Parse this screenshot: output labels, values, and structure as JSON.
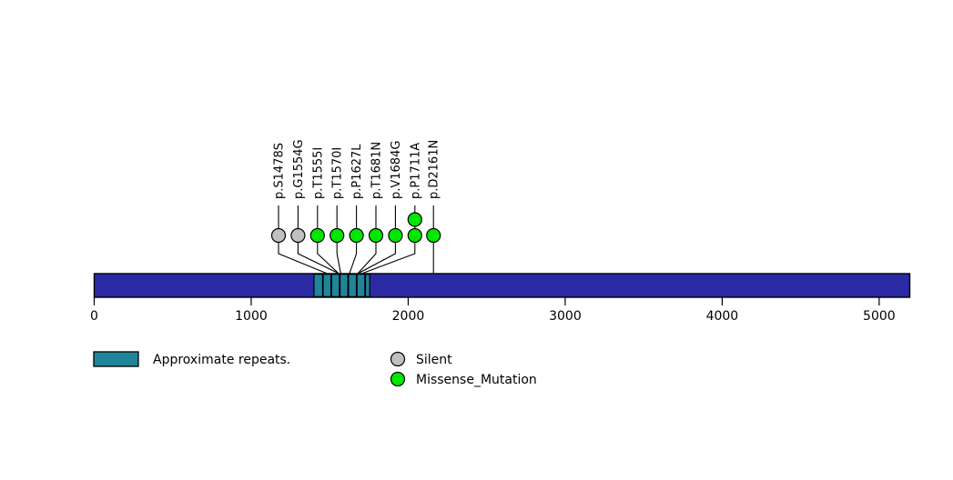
{
  "chart_data": {
    "type": "lollipop",
    "title": "",
    "xlabel": "",
    "ylabel": "",
    "protein_length": 5195,
    "axis": {
      "min": 0,
      "max": 5195,
      "ticks": [
        0,
        1000,
        2000,
        3000,
        4000,
        5000
      ],
      "tick_labels": [
        "0",
        "1000",
        "2000",
        "3000",
        "4000",
        "5000"
      ]
    },
    "backbone": {
      "color": "#2A2AA5",
      "start": 0,
      "end": 5195
    },
    "domains": [
      {
        "name": "Approximate repeats.",
        "color": "#20859A",
        "start": 1400,
        "end": 1455
      },
      {
        "name": "Approximate repeats.",
        "color": "#20859A",
        "start": 1458,
        "end": 1508
      },
      {
        "name": "Approximate repeats.",
        "color": "#20859A",
        "start": 1512,
        "end": 1562
      },
      {
        "name": "Approximate repeats.",
        "color": "#20859A",
        "start": 1566,
        "end": 1616
      },
      {
        "name": "Approximate repeats.",
        "color": "#20859A",
        "start": 1620,
        "end": 1670
      },
      {
        "name": "Approximate repeats.",
        "color": "#20859A",
        "start": 1674,
        "end": 1724
      },
      {
        "name": "Approximate repeats.",
        "color": "#20859A",
        "start": 1728,
        "end": 1755
      }
    ],
    "mutations": [
      {
        "label": "p.S1478S",
        "position": 1478,
        "type": "Silent",
        "color": "#C0C0C0",
        "count": 1
      },
      {
        "label": "p.G1554G",
        "position": 1554,
        "type": "Silent",
        "color": "#C0C0C0",
        "count": 1
      },
      {
        "label": "p.T1555I",
        "position": 1555,
        "type": "Missense_Mutation",
        "color": "#00E800",
        "count": 1
      },
      {
        "label": "p.T1570I",
        "position": 1570,
        "type": "Missense_Mutation",
        "color": "#00E800",
        "count": 1
      },
      {
        "label": "p.P1627L",
        "position": 1627,
        "type": "Missense_Mutation",
        "color": "#00E800",
        "count": 1
      },
      {
        "label": "p.T1681N",
        "position": 1681,
        "type": "Missense_Mutation",
        "color": "#00E800",
        "count": 1
      },
      {
        "label": "p.V1684G",
        "position": 1684,
        "type": "Missense_Mutation",
        "color": "#00E800",
        "count": 1
      },
      {
        "label": "p.P1711A",
        "position": 1711,
        "type": "Missense_Mutation",
        "color": "#00E800",
        "count": 2
      },
      {
        "label": "p.D2161N",
        "position": 2161,
        "type": "Missense_Mutation",
        "color": "#00E800",
        "count": 1
      }
    ],
    "legend": {
      "position": "bottom",
      "domain_entries": [
        {
          "label": "Approximate repeats.",
          "color": "#20859A"
        }
      ],
      "mutation_entries": [
        {
          "label": "Silent",
          "color": "#C0C0C0"
        },
        {
          "label": "Missense_Mutation",
          "color": "#00E800"
        }
      ]
    },
    "grid": false
  }
}
